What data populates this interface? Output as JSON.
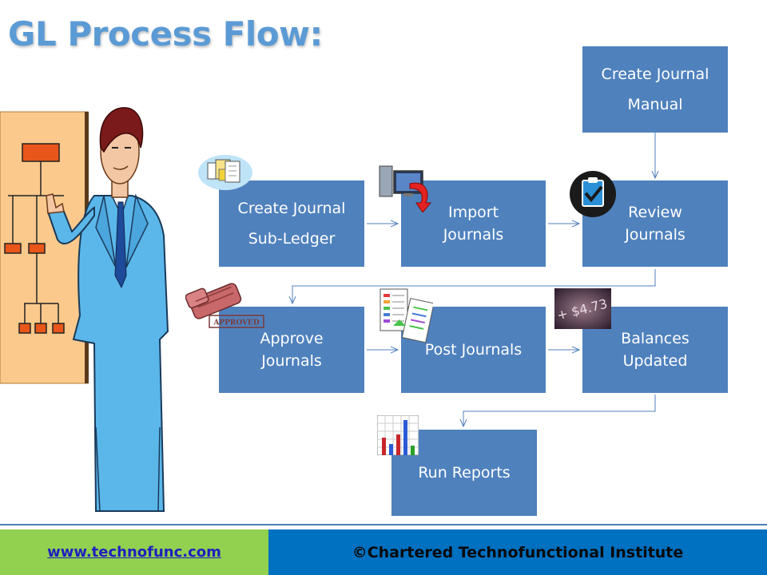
{
  "title": "GL Process Flow:",
  "boxes": {
    "create_manual": [
      "Create Journal",
      "Manual"
    ],
    "create_subledger": [
      "Create Journal",
      "Sub-Ledger"
    ],
    "import": [
      "Import",
      "Journals"
    ],
    "review": [
      "Review",
      "Journals"
    ],
    "approve": [
      "Approve",
      "Journals"
    ],
    "post": "Post Journals",
    "balances": [
      "Balances",
      "Updated"
    ],
    "reports": "Run Reports"
  },
  "stamp_text": "APPROVED",
  "money_text": "+ $4.73",
  "footer": {
    "link": "www.technofunc.com",
    "copyright": "©Chartered Technofunctional Institute"
  },
  "colors": {
    "title": "#5b9bd5",
    "box": "#4f81bd",
    "footer_left": "#92d050",
    "footer_right": "#0070c0"
  }
}
